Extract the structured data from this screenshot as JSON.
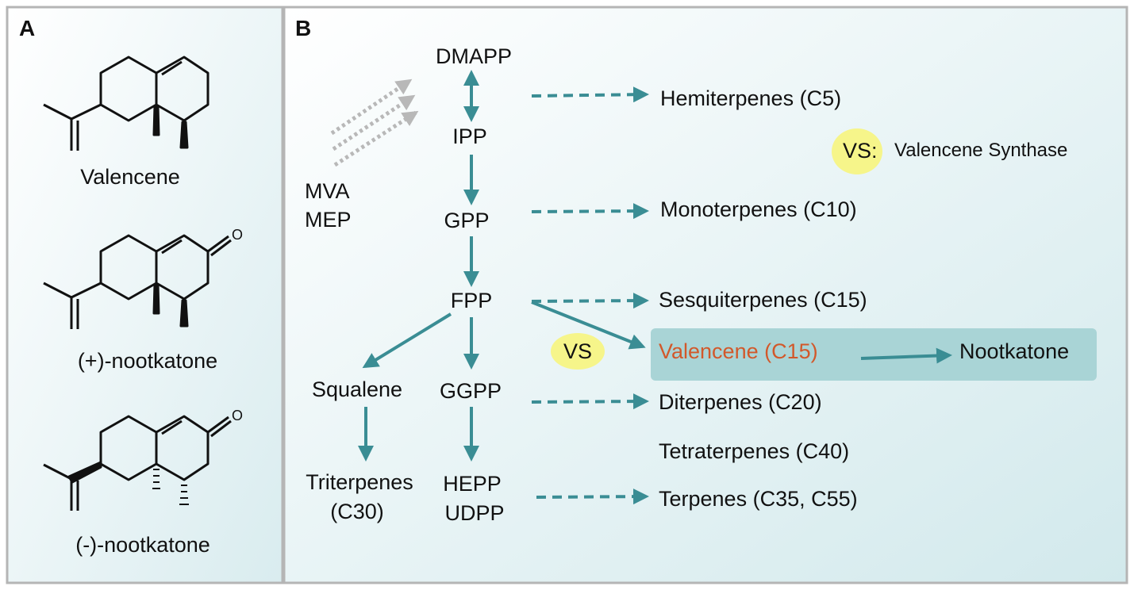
{
  "panel_a": {
    "letter": "A",
    "molecules": [
      {
        "name": "Valencene"
      },
      {
        "name": "(+)-nootkatone"
      },
      {
        "name": "(-)-nootkatone"
      }
    ]
  },
  "panel_b": {
    "letter": "B",
    "sources": [
      "MVA",
      "MEP"
    ],
    "nodes": {
      "dmapp": "DMAPP",
      "ipp": "IPP",
      "gpp": "GPP",
      "fpp": "FPP",
      "squalene": "Squalene",
      "ggpp": "GGPP",
      "triterpenes_1": "Triterpenes",
      "triterpenes_2": "(C30)",
      "hepp": "HEPP",
      "udpp": "UDPP"
    },
    "products": {
      "hemiterpenes": "Hemiterpenes (C5)",
      "monoterpenes": "Monoterpenes (C10)",
      "sesquiterpenes": "Sesquiterpenes (C15)",
      "valencene": "Valencene (C15)",
      "nootkatone": "Nootkatone",
      "diterpenes": "Diterpenes (C20)",
      "tetraterpenes": "Tetraterpenes (C40)",
      "terpenes": "Terpenes (C35, C55)"
    },
    "legend": {
      "abbr": "VS:",
      "text": "Valencene Synthase"
    },
    "enzyme_badge": "VS"
  },
  "colors": {
    "arrow_teal": "#3a8d94",
    "arrow_gray": "#b8b8b8",
    "highlight_box": "#a9d4d6",
    "badge_yellow": "#f6f58a",
    "valencene_text": "#d2582a"
  }
}
